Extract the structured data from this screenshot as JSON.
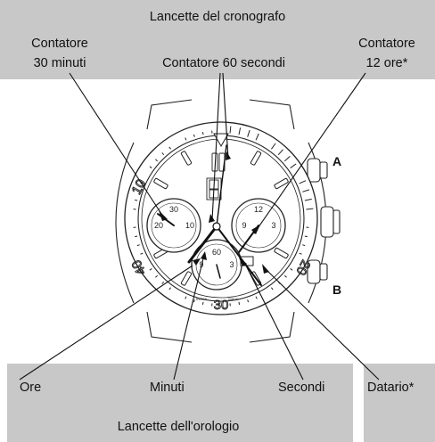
{
  "top": {
    "title": "Lancette del cronografo",
    "contatore30_line1": "Contatore",
    "contatore30_line2": "30 minuti",
    "contatore60": "Contatore 60 secondi",
    "contatore12_line1": "Contatore",
    "contatore12_line2": "12 ore*"
  },
  "callouts": {
    "a": "A",
    "b": "B"
  },
  "bottom": {
    "ore": "Ore",
    "minuti": "Minuti",
    "secondi": "Secondi",
    "datario": "Datario*",
    "title": "Lancette dell'orologio"
  }
}
